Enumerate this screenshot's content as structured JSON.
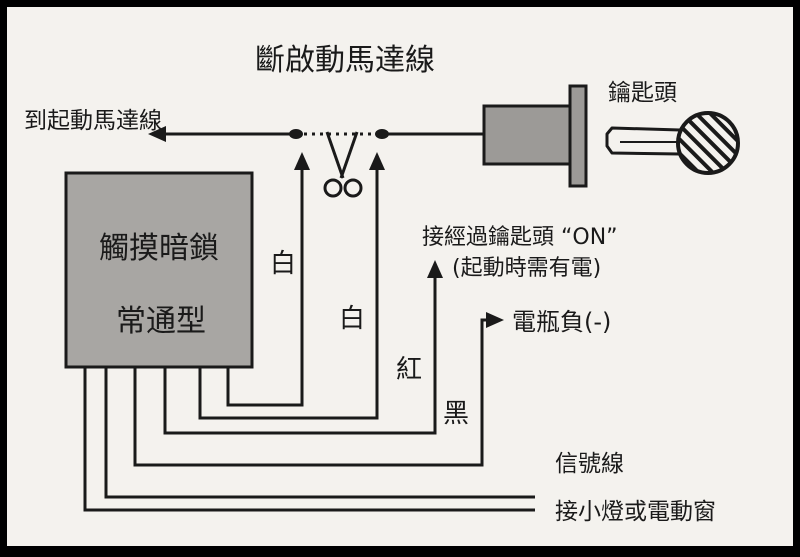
{
  "title": "斷啟動馬達線",
  "labels": {
    "to_starter": "到起動馬達線",
    "key_head": "鑰匙頭",
    "lock_line1": "觸摸暗鎖",
    "lock_line2": "常通型",
    "white1": "白",
    "white2": "白",
    "on_line1": "接經過鑰匙頭 “ON”",
    "on_line2": "(起動時需有電)",
    "red": "紅",
    "battery_neg": "電瓶負(-)",
    "black": "黑",
    "signal": "信號線",
    "lights": "接小燈或電動窗"
  },
  "colors": {
    "paper": "#f4f2ee",
    "ink": "#1a1a1a",
    "box_fill": "#a8a6a3",
    "grey_fill": "#9c9a97"
  },
  "icons": [
    "scissors-icon",
    "key-icon",
    "arrow-icon"
  ]
}
